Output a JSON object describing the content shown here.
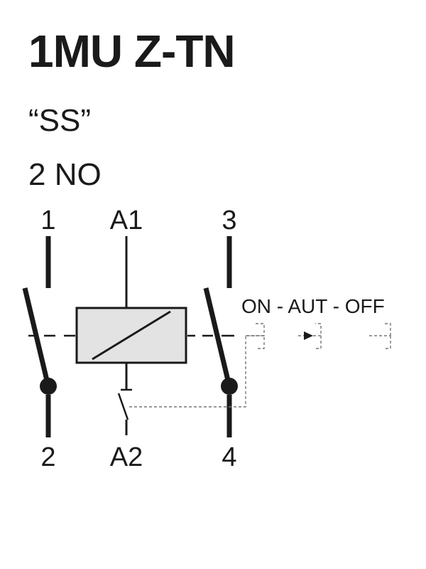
{
  "title": "1MU Z-TN",
  "subtitle_1": "“SS”",
  "subtitle_2": "2 NO",
  "terminals": {
    "contact_1_top": "1",
    "contact_1_bottom": "2",
    "coil_top": "A1",
    "coil_bottom": "A2",
    "contact_2_top": "3",
    "contact_2_bottom": "4"
  },
  "switch_modes": "ON - AUT - OFF",
  "colors": {
    "ink": "#1a1a1a",
    "coil_fill": "#e3e3e3",
    "dashed": "#777777"
  }
}
